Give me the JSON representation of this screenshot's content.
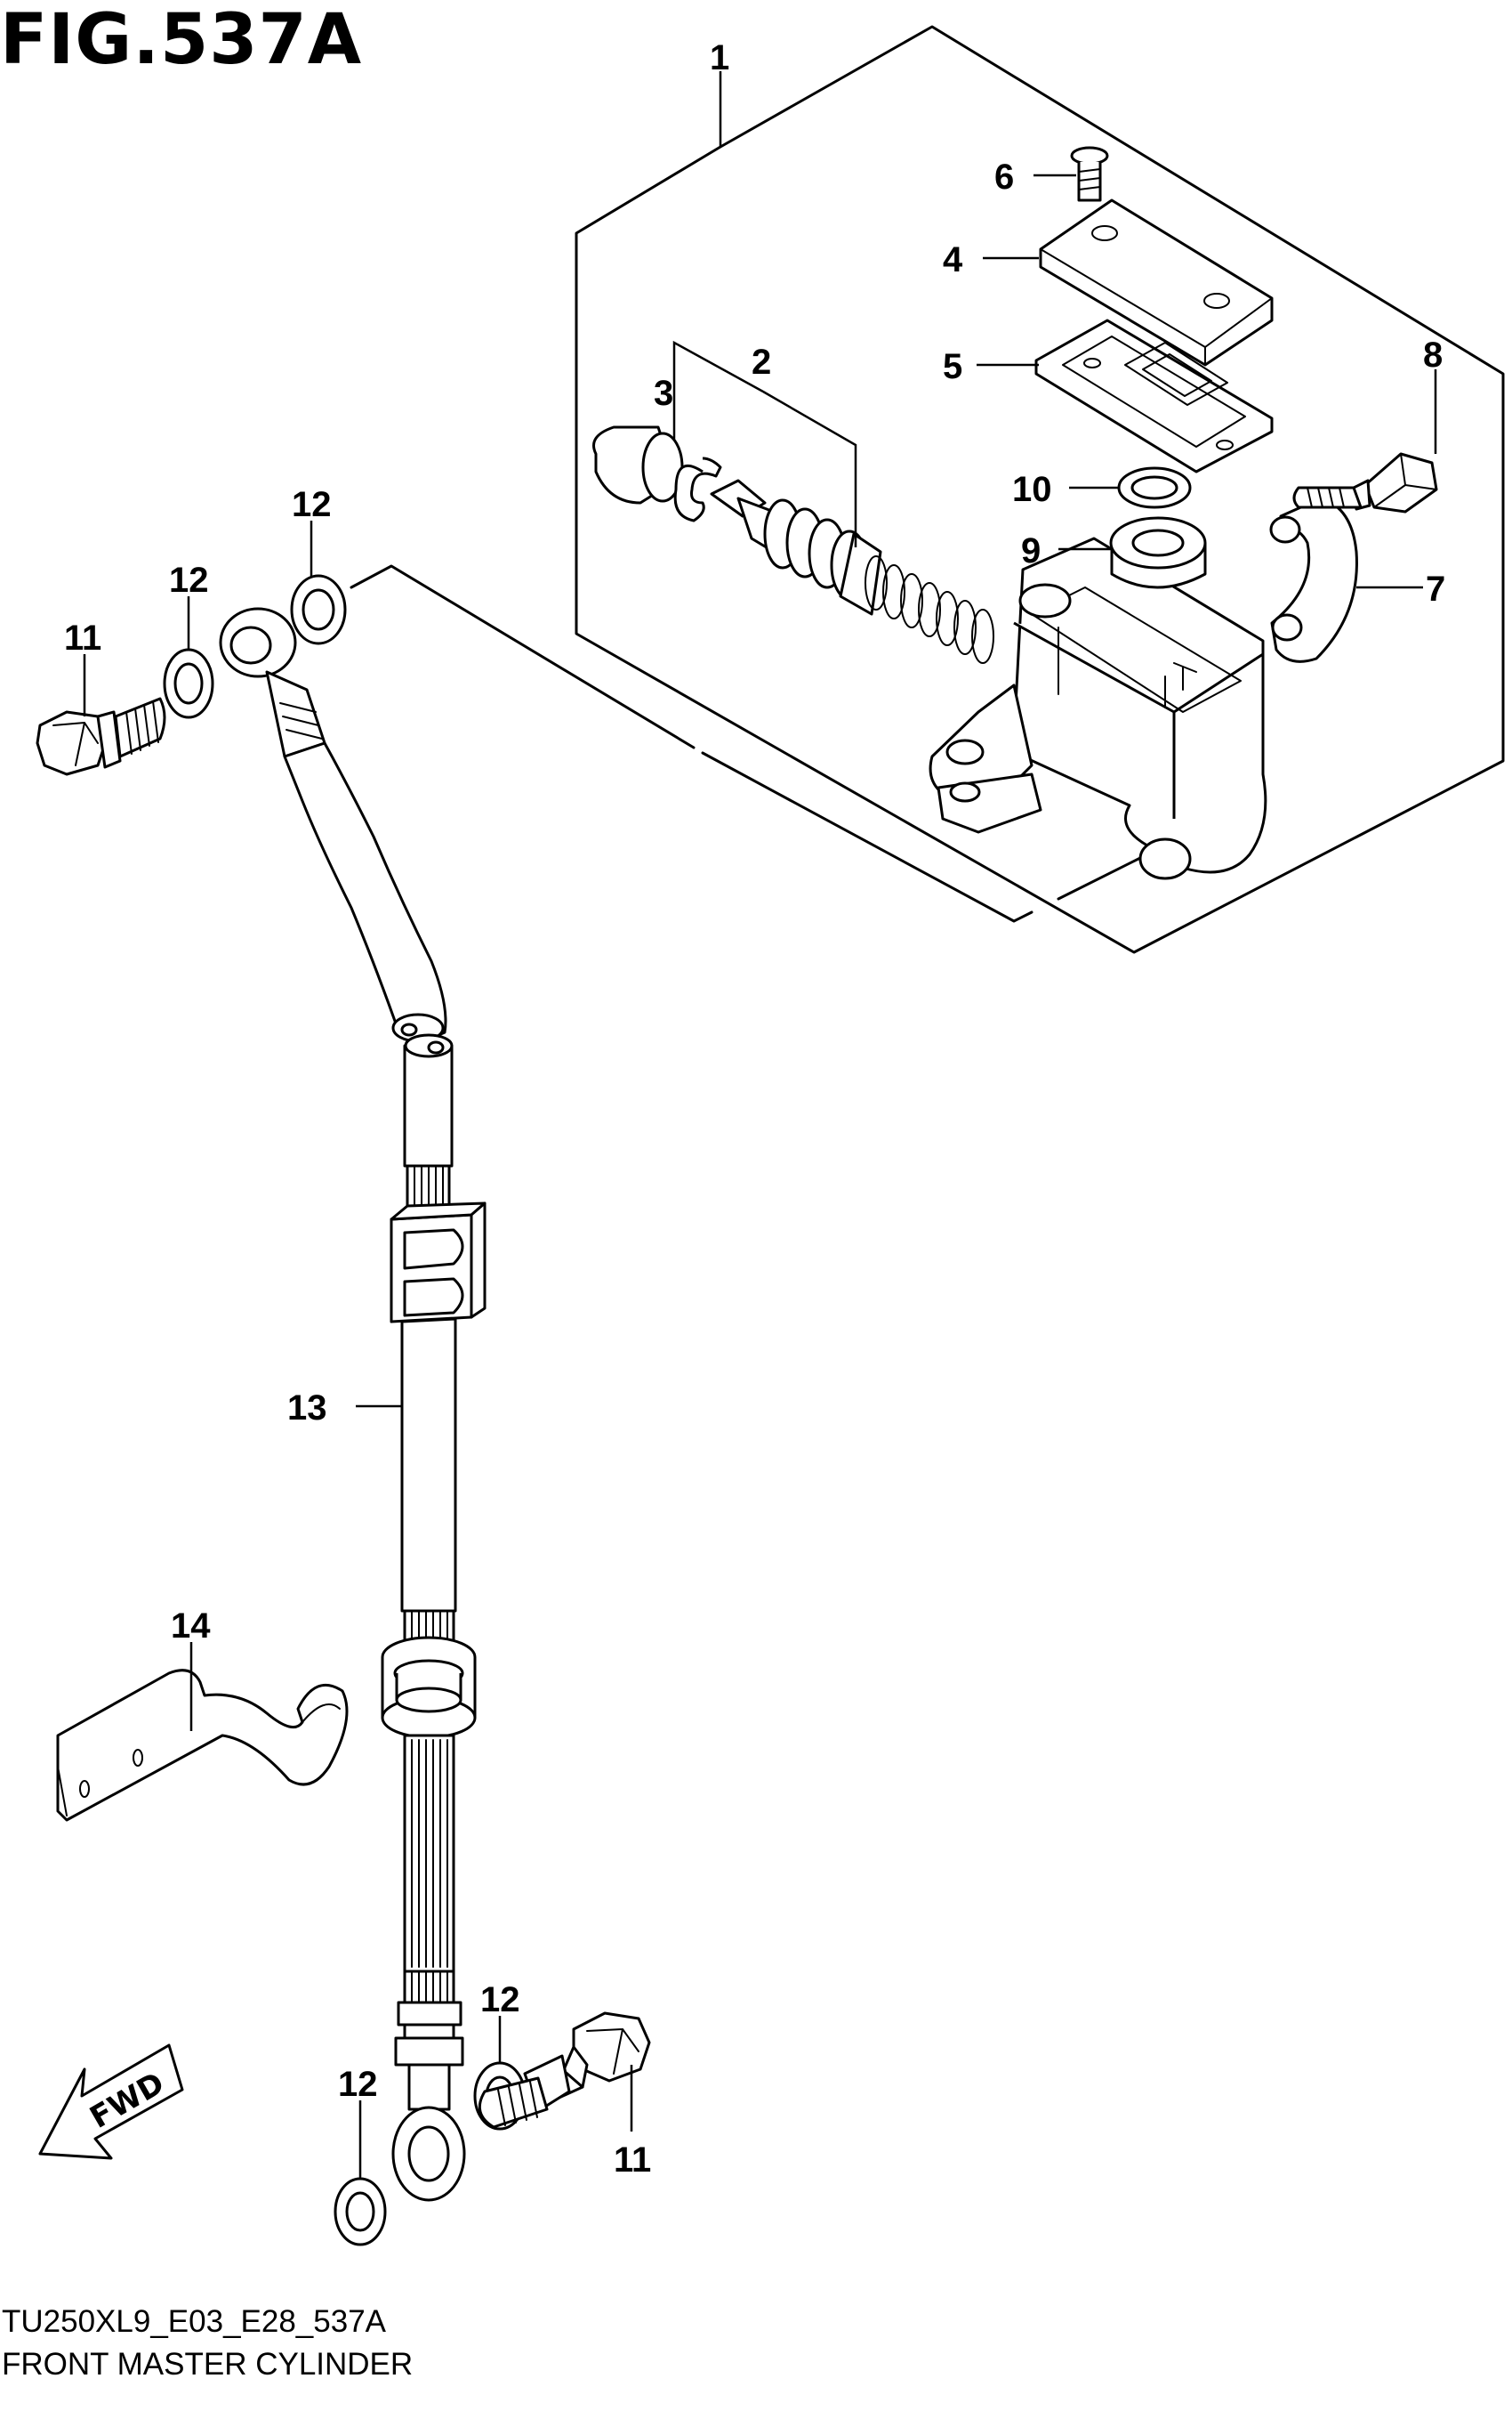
{
  "figure_title": "FIG.537A",
  "caption_code": "TU250XL9_E03_E28_537A",
  "caption_name": "FRONT MASTER CYLINDER",
  "fwd_label": "FWD",
  "callouts": {
    "c1": "1",
    "c2": "2",
    "c3": "3",
    "c4": "4",
    "c5": "5",
    "c6": "6",
    "c7": "7",
    "c8": "8",
    "c9": "9",
    "c10": "10",
    "c11a": "11",
    "c11b": "11",
    "c12a": "12",
    "c12b": "12",
    "c12c": "12",
    "c12d": "12",
    "c13": "13",
    "c14": "14"
  }
}
